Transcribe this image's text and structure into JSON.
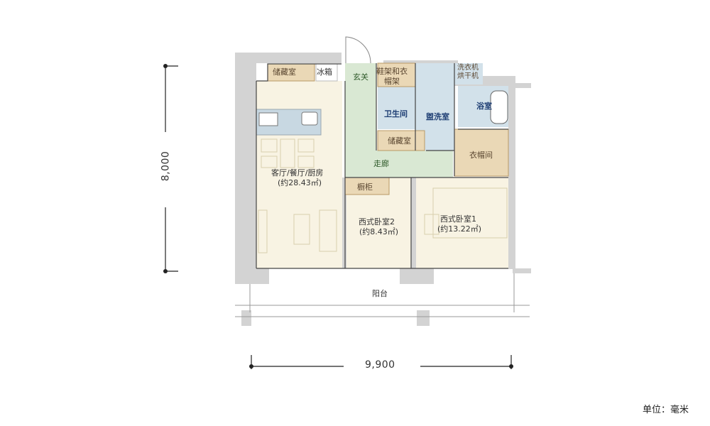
{
  "rooms": {
    "storage_top": "储藏室",
    "fridge": "冰箱",
    "entrance": "玄关",
    "shoe_coat_rack": "鞋架和衣\n帽架",
    "washer_dryer": "洗衣机\n烘干机",
    "toilet": "卫生间",
    "washroom": "盥洗室",
    "bath": "浴室",
    "storage_mid": "储藏室",
    "walkin_closet": "衣帽间",
    "corridor": "走廊",
    "living": "客厅/餐厅/厨房",
    "living_area": "(约28.43㎡)",
    "cabinet": "橱柜",
    "bedroom2": "西式卧室2",
    "bedroom2_area": "(约8.43㎡)",
    "bedroom1": "西式卧室1",
    "bedroom1_area": "(约13.22㎡)",
    "balcony": "阳台"
  },
  "dimensions": {
    "height": "8,000",
    "width": "9,900"
  },
  "unit_label": "单位：毫米",
  "colors": {
    "living_floor": "#f8f3e3",
    "corridor_floor": "#d9e8d3",
    "wet_area": "#d2e1ea",
    "storage": "#ead8b6",
    "wall": "#d3d3d3",
    "line": "#444444"
  }
}
